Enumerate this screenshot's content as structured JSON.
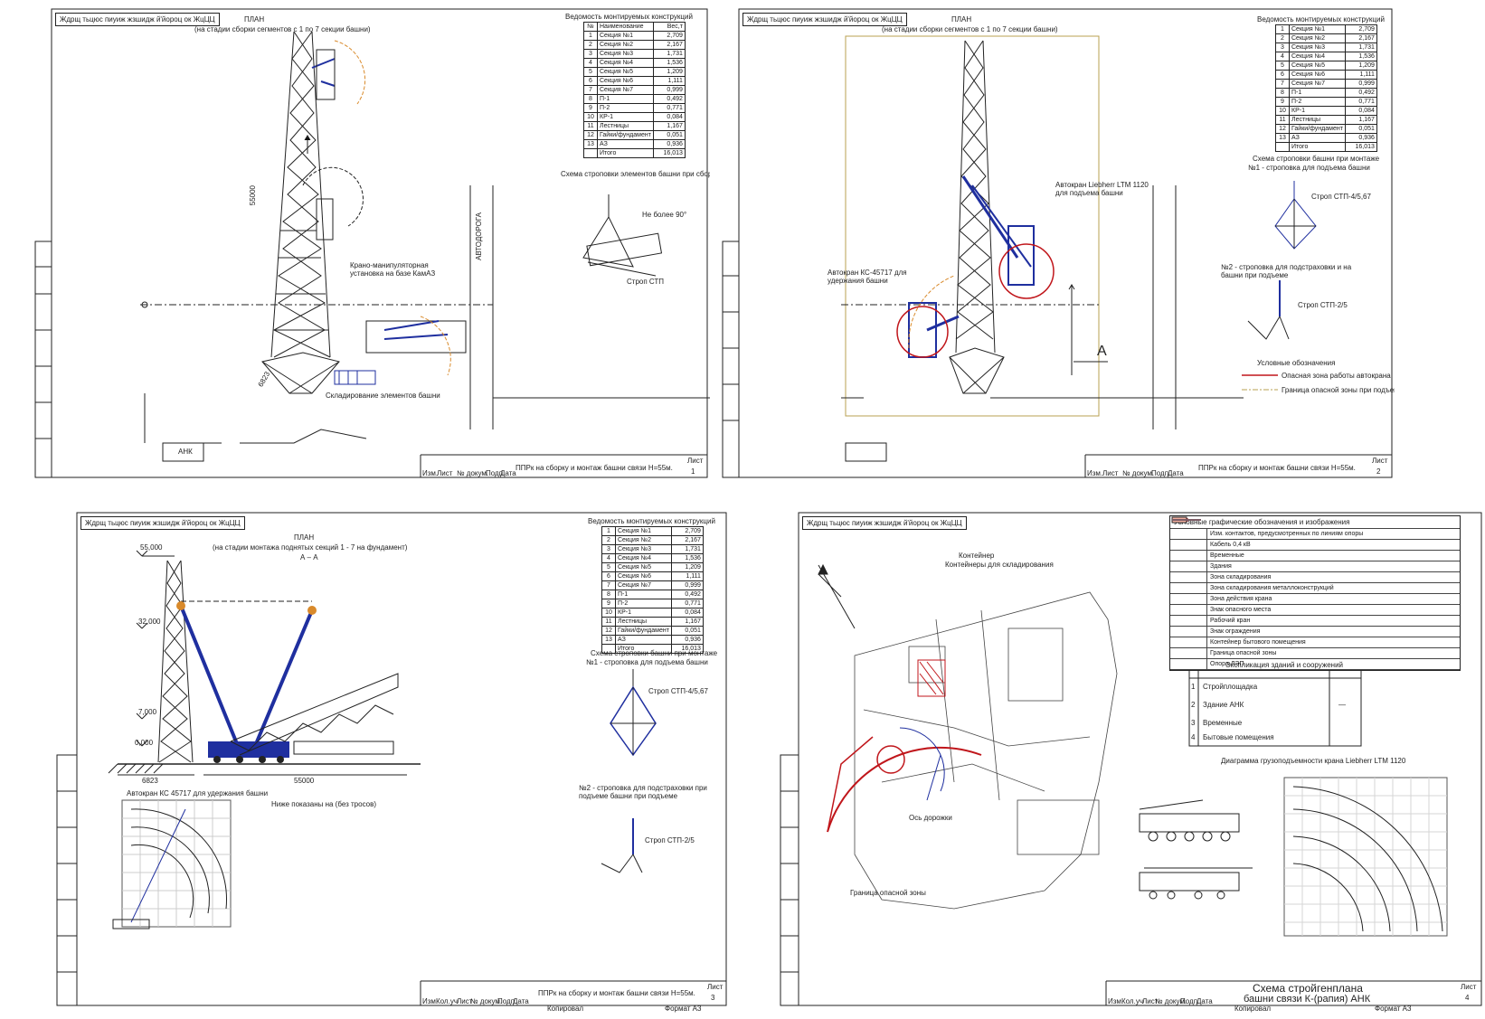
{
  "sheets": [
    {
      "stamp": "Ждрщ тьцюс пиуиж жзшидж й'йороц ок ЖцЦЦ",
      "plan_title": "ПЛАН",
      "plan_subtitle": "(на стадии сборки сегментов с 1 по 7 секции башни)",
      "table_title": "Ведомость монтируемых конструкций",
      "table_header": [
        "№",
        "Наименование",
        "Вес,т"
      ],
      "table_rows": [
        [
          "1",
          "Секция №1",
          "2,709"
        ],
        [
          "2",
          "Секция №2",
          "2,167"
        ],
        [
          "3",
          "Секция №3",
          "1,731"
        ],
        [
          "4",
          "Секция №4",
          "1,536"
        ],
        [
          "5",
          "Секция №5",
          "1,209"
        ],
        [
          "6",
          "Секция №6",
          "1,111"
        ],
        [
          "7",
          "Секция №7",
          "0,999"
        ],
        [
          "8",
          "П-1",
          "0,492"
        ],
        [
          "9",
          "П-2",
          "0,771"
        ],
        [
          "10",
          "КР-1",
          "0,084"
        ],
        [
          "11",
          "Лестницы",
          "1,167"
        ],
        [
          "12",
          "Гайки/фундамент",
          "0,051"
        ],
        [
          "13",
          "АЗ",
          "0,936"
        ],
        [
          "",
          "Итого",
          "16,013"
        ]
      ],
      "schema_title": "Схема строповки элементов башни при сборке",
      "angle_label": "Не более 90°",
      "sling_label": "Строп СТП",
      "crane_label": "Крано-манипуляторная установка на базе КамАЗ",
      "storage_label": "Складирование элементов башни",
      "road_label": "АВТОДОРОГА",
      "height_dim": "55000",
      "base_dim": "6823",
      "ank_label": "АНК",
      "title_text": "ППРк на сборку и монтаж башни связи Н=55м.",
      "sheet_label": "Лист",
      "sheet_no": "1",
      "tb_cells": [
        "Изм.",
        "Лист",
        "№ докум.",
        "Подп.",
        "Дата"
      ]
    },
    {
      "stamp": "Ждрщ тьцюс пиуиж жзшидж й'йороц ок ЖцЦЦ",
      "plan_title": "ПЛАН",
      "plan_subtitle": "(на стадии сборки сегментов с 1 по 7 секции башни)",
      "table_title": "Ведомость монтируемых конструкций",
      "table_rows": [
        [
          "1",
          "Секция №1",
          "2,709"
        ],
        [
          "2",
          "Секция №2",
          "2,167"
        ],
        [
          "3",
          "Секция №3",
          "1,731"
        ],
        [
          "4",
          "Секция №4",
          "1,536"
        ],
        [
          "5",
          "Секция №5",
          "1,209"
        ],
        [
          "6",
          "Секция №6",
          "1,111"
        ],
        [
          "7",
          "Секция №7",
          "0,999"
        ],
        [
          "8",
          "П-1",
          "0,492"
        ],
        [
          "9",
          "П-2",
          "0,771"
        ],
        [
          "10",
          "КР-1",
          "0,084"
        ],
        [
          "11",
          "Лестницы",
          "1,167"
        ],
        [
          "12",
          "Гайки/фундамент",
          "0,051"
        ],
        [
          "13",
          "АЗ",
          "0,936"
        ],
        [
          "",
          "Итого",
          "16,013"
        ]
      ],
      "schema_title": "Схема строповки башни при монтаже",
      "schema_sub1": "№1 - строповка для подъема башни",
      "schema_sub2": "№2 - строповка для подстраховки и на башни при подъеме",
      "sling1": "Строп СТП-4/5,67",
      "sling2": "Строп СТП-2/5",
      "crane1_label": "Автокран Liebherr LTM 1120 для подъема башни",
      "crane2_label": "Автокран КС-45717 для удержания башни",
      "legend_title": "Условные обозначения",
      "legend_red": "Опасная зона работы автокрана",
      "legend_dash": "Граница опасной зоны при подъеме",
      "section_mark": "А",
      "title_text": "ППРк на сборку и монтаж башни связи Н=55м.",
      "sheet_label": "Лист",
      "sheet_no": "2",
      "tb_cells": [
        "Изм.",
        "Лист",
        "№ докум.",
        "Подп.",
        "Дата"
      ]
    },
    {
      "stamp": "Ждрщ тьцюс пиуиж жзшидж й'йороц ок ЖцЦЦ",
      "plan_title": "ПЛАН",
      "plan_subtitle": "(на стадии монтажа поднятых секций 1 - 7 на фундамент)",
      "section": "А – А",
      "elev_top": "55,000",
      "elev_mid": "32,000",
      "elev_low": "7,000",
      "elev_zero": "0,000",
      "dim_base": "6823",
      "dim_span": "55000",
      "table_title": "Ведомость монтируемых конструкций",
      "table_rows": [
        [
          "1",
          "Секция №1",
          "2,709"
        ],
        [
          "2",
          "Секция №2",
          "2,167"
        ],
        [
          "3",
          "Секция №3",
          "1,731"
        ],
        [
          "4",
          "Секция №4",
          "1,536"
        ],
        [
          "5",
          "Секция №5",
          "1,209"
        ],
        [
          "6",
          "Секция №6",
          "1,111"
        ],
        [
          "7",
          "Секция №7",
          "0,999"
        ],
        [
          "8",
          "П-1",
          "0,492"
        ],
        [
          "9",
          "П-2",
          "0,771"
        ],
        [
          "10",
          "КР-1",
          "0,084"
        ],
        [
          "11",
          "Лестницы",
          "1,167"
        ],
        [
          "12",
          "Гайки/фундамент",
          "0,051"
        ],
        [
          "13",
          "АЗ",
          "0,936"
        ],
        [
          "",
          "Итого",
          "16,013"
        ]
      ],
      "schema_title": "Схема строповки башни при монтаже",
      "schema_sub1": "№1 - строповка для подъема башни",
      "schema_sub2": "№2 - строповка для подстраховки при подъеме башни при подъеме",
      "sling1": "Строп СТП-4/5,67",
      "sling2": "Строп СТП-2/5",
      "graph_label": "Автокран КС 45717 для удержания башни",
      "note": "Ниже показаны на (без тросов)",
      "title_text": "ППРк на сборку и монтаж башни связи Н=55м.",
      "sheet_label": "Лист",
      "sheet_no": "3",
      "tb_cells": [
        "Изм.",
        "Кол.уч",
        "Лист",
        "№ докум.",
        "Подп.",
        "Дата"
      ],
      "format": "Формат А3",
      "copied": "Копировал"
    },
    {
      "stamp": "Ждрщ тьцюс пиуиж жзшидж й'йороц ок ЖцЦЦ",
      "legend_title": "Условные графические обозначения и изображения",
      "legend_rows": [
        "Изм. контактов, предусмотренных по линиям опоры",
        "Кабель 0,4 кВ",
        "Временные",
        "Здания",
        "Зона складирования",
        "Зона складирования металлоконструкций",
        "Зона действия крана",
        "Знак опасного места",
        "Рабочий кран",
        "Знак ограждения",
        "Контейнер бытового помещения",
        "Граница опасной зоны",
        "Опора ЛЭП"
      ],
      "bldg_title": "Экспликация зданий и сооружений",
      "bldg_rows": [
        [
          "1",
          "Стройплощадка",
          ""
        ],
        [
          "2",
          "Здание АНК",
          "—"
        ],
        [
          "3",
          "Временные",
          ""
        ],
        [
          "4",
          "Бытовые помещения",
          ""
        ]
      ],
      "crane_graph_title": "Диаграмма грузоподъемности крана Liebherr LTM 1120",
      "container_label": "Контейнер",
      "storage_label": "Контейнеры для складирования",
      "axis_label": "Ось дорожки",
      "zone_label": "Граница опасной зоны",
      "title_text": "Схема стройгенплана",
      "title_text2": "башни связи К-(рапия) АНК",
      "sheet_label": "Лист",
      "sheet_no": "4",
      "tb_cells": [
        "Изм.",
        "Кол.уч",
        "Лист",
        "№ докум.",
        "Подп.",
        "Дата"
      ],
      "format": "Формат А3",
      "copied": "Копировал"
    }
  ],
  "colors": {
    "line": "#1a1a1a",
    "blue": "#1f2f9f",
    "red": "#c0161b",
    "olive": "#b8a050",
    "orange": "#d98a2b"
  }
}
